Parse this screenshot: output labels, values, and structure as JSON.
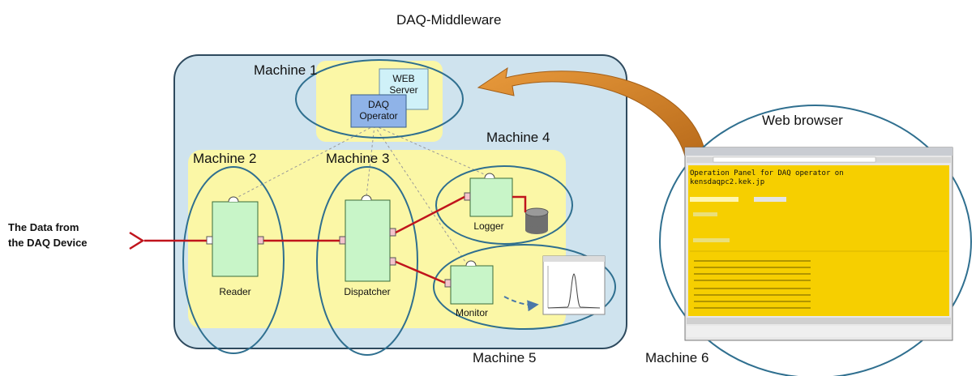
{
  "title": "DAQ-Middleware",
  "machines": {
    "m1": "Machine 1",
    "m2": "Machine 2",
    "m3": "Machine 3",
    "m4": "Machine 4",
    "m5": "Machine 5",
    "m6": "Machine 6"
  },
  "components": {
    "web_server_line1": "WEB",
    "web_server_line2": "Server",
    "daq_operator_line1": "DAQ",
    "daq_operator_line2": "Operator",
    "reader": "Reader",
    "dispatcher": "Dispatcher",
    "logger": "Logger",
    "monitor": "Monitor"
  },
  "input": {
    "line1": "The Data from",
    "line2": "the DAQ Device"
  },
  "web_browser": {
    "label": "Web browser",
    "panel_title_line1": "Operation Panel for DAQ operator on",
    "panel_title_line2": "kensdaqpc2.kek.jp"
  },
  "colors": {
    "outer_panel": "#cfe3ee",
    "yellow_region": "#fbf7a6",
    "component_fill": "#c8f5c8",
    "ellipse_stroke": "#2f6f8f",
    "data_line": "#c0141c",
    "arrow_orange": "#d9822b",
    "browser_panel": "#f6cf00"
  }
}
